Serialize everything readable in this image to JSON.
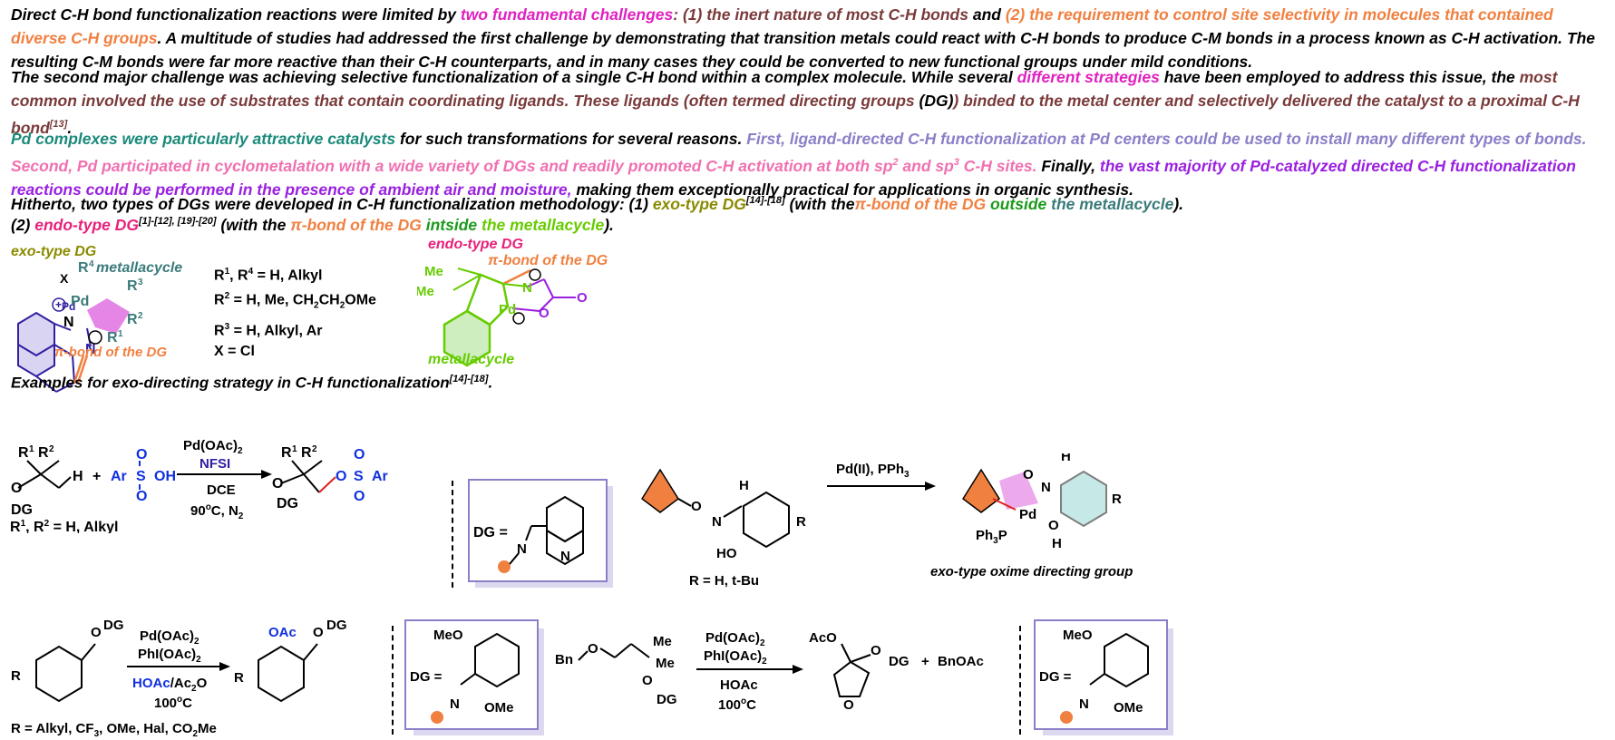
{
  "paragraph1": {
    "s1": "Direct C-H bond functionalization reactions were limited by ",
    "s2": "two fundamental challenges",
    "s3": ": (1) ",
    "s4": "the inert nature of most C-H bonds",
    "s5": " and ",
    "s6": "(2) the requirement to control site selectivity in molecules that contained diverse C-H groups",
    "s7": ". A multitude of studies had addressed the first challenge by demonstrating that transition metals could react with C-H bonds to produce C-M bonds in a process known as C-H activation. The resulting C-M bonds were far more reactive than their C-H counterparts, and in many cases they could be converted to new functional groups under mild conditions."
  },
  "paragraph2": {
    "s1": "The second major challenge was achieving selective functionalization of a single C-H bond within a complex molecule. While several ",
    "s2": "different strategies",
    "s3": " have been employed to address this issue, the ",
    "s4": "most common involved the use of substrates that contain coordinating ligands. These ligands (often termed directing groups ",
    "s5": "(DG)",
    "s6": ") binded to the metal center and selectively delivered the catalyst to a proximal C-H bond",
    "ref": "[13]",
    "end": "."
  },
  "paragraph3": {
    "s1": "Pd complexes were particularly attractive catalysts",
    "s2": " for such transformations for several reasons. ",
    "s3": "First, ligand-directed C-H functionalization at Pd centers could be used to install many different types of bonds.",
    "s4": " Second, Pd participated in cyclometalation with a wide variety of DGs and readily promoted C-H activation at both sp",
    "sup1": "2",
    "s5": " and sp",
    "sup2": "3",
    "s6": " C-H sites.",
    "s7": " Finally, ",
    "s8": "the vast majority of Pd-catalyzed directed C-H functionalization reactions could be performed in the presence of ambient air and moisture,",
    "s9": " making them exceptionally practical for applications in organic synthesis."
  },
  "paragraph4": {
    "s1": "Hitherto, two types of DGs were developed in C-H functionalization methodology: (1) ",
    "s2": "exo-type DG",
    "ref1": "[14]-[18]",
    "s3": " (with the",
    "pi1": "π",
    "s4": "-bond of the DG ",
    "s5": "outside",
    "s6": " the metallacycle",
    "s7": ")."
  },
  "paragraph5": {
    "s1": "(2) ",
    "s2": "endo-type DG",
    "ref1": "[1]-[12], [19]-[20]",
    "s3": " (with the ",
    "pi1": "π",
    "s4": "-bond of the DG ",
    "s5": "intside",
    "s6": " the metallacycle",
    "s7": ")."
  },
  "exo_figure": {
    "title": "exo-type DG",
    "metallacycle": "metallacycle",
    "pibond": "π-bond of the DG",
    "R4": "R",
    "R4sup": "4",
    "R3": "R",
    "R3sup": "3",
    "R2": "R",
    "R2sup": "2",
    "R1": "R",
    "R1sup": "1",
    "X": "X",
    "Pd": "Pd",
    "N1": "N",
    "N2": "N",
    "defs": [
      {
        "a": "R",
        "a1": "1",
        "b": ", R",
        "b1": "4",
        "c": "  = H, Alkyl"
      },
      {
        "a": "R",
        "a1": "2",
        "b": " = H, Me, CH",
        "b1": "2",
        "c": "CH",
        "c1": "2",
        "d": "OMe"
      },
      {
        "a": "R",
        "a1": "3",
        "b": " = H, Alkyl, Ar"
      },
      {
        "a": "X = Cl"
      }
    ]
  },
  "endo_figure": {
    "title": "endo-type DG",
    "pibond": "π-bond of the DG",
    "me1": "Me",
    "me2": "Me",
    "N": "N",
    "Pd": "Pd",
    "O": "O",
    "O2": "O",
    "metallacycle": "metallacycle"
  },
  "examples_heading": {
    "text": "Examples for exo-directing strategy in C-H functionalization",
    "ref": "[14]-[18]",
    "end": "."
  },
  "scheme1": {
    "reagent1": "Pd(OAc)",
    "reagent1sub": "2",
    "reagent2": "NFSI",
    "solvent": "DCE",
    "cond": "90",
    "condsup": "o",
    "cond2": "C, N",
    "cond2sub": "2",
    "r_label": "R",
    "r1": "1",
    "r_def": ", R",
    "r2": "2",
    "r_def2": " = H, Alkyl",
    "acid_ar": "Ar",
    "acid_s": "S",
    "acid_oh": "OH",
    "plus": "+",
    "dg": "DG",
    "o": "O",
    "h": "H",
    "prod_ar": "Ar",
    "prod_s": "S",
    "prod_o": "O",
    "prod_dg": "DG"
  },
  "box1": {
    "dg": "DG =",
    "n1": "N",
    "n2": "N"
  },
  "scheme2": {
    "h": "H",
    "o": "O",
    "n": "N",
    "ho": "HO",
    "r": "R",
    "rdef": "R = H, t-Bu",
    "reagent": "Pd(II), PPh",
    "reagentsub": "3",
    "pd": "Pd",
    "ph3p": "Ph",
    "ph3psub": "3",
    "ph3pend": "P",
    "caption": "exo-type oxime directing group"
  },
  "scheme3": {
    "dg": "DG",
    "r": "R",
    "reagent1": "Pd(OAc)",
    "reagent1sub": "2",
    "reagent2": "PhI(OAc)",
    "reagent2sub": "2",
    "solvent1": "HOAc",
    "solvent2": "/Ac",
    "solvent2sub": "2",
    "solvent2end": "O",
    "temp": "100",
    "tempsup": "o",
    "tempend": "C",
    "oac": "OAc",
    "rdef": "R = Alkyl, CF",
    "rdefsub": "3",
    "rdef2": ", OMe, Hal, CO",
    "rdef2sub": "2",
    "rdef3": "Me"
  },
  "box2": {
    "meo": "MeO",
    "dg": "DG =",
    "n": "N",
    "ome": "OMe"
  },
  "scheme4": {
    "bn": "Bn",
    "o": "O",
    "me1": "Me",
    "me2": "Me",
    "dg": "DG",
    "reagent1": "Pd(OAc)",
    "reagent1sub": "2",
    "reagent2": "PhI(OAc)",
    "reagent2sub": "2",
    "solvent": "HOAc",
    "temp": "100",
    "tempsup": "o",
    "tempend": "C",
    "aco": "AcO",
    "prod_o": "O",
    "prod_dg": "DG",
    "plus": "+",
    "bnoac": "BnOAc"
  },
  "box3": {
    "meo": "MeO",
    "dg": "DG =",
    "n": "N",
    "ome": "OMe"
  },
  "colors": {
    "magenta": "#e020c0",
    "brown": "#7a3a3a",
    "orange": "#f08040",
    "teal": "#1a8a7a",
    "lavender": "#8a80c8",
    "pink": "#f070b0",
    "purple": "#9a20e0",
    "olive": "#8a8a00",
    "green": "#1a9a1a",
    "slate": "#3a7a7a",
    "hotpink": "#e8207a",
    "lime": "#66cc00",
    "blue": "#1030e0",
    "red": "#e02020"
  }
}
